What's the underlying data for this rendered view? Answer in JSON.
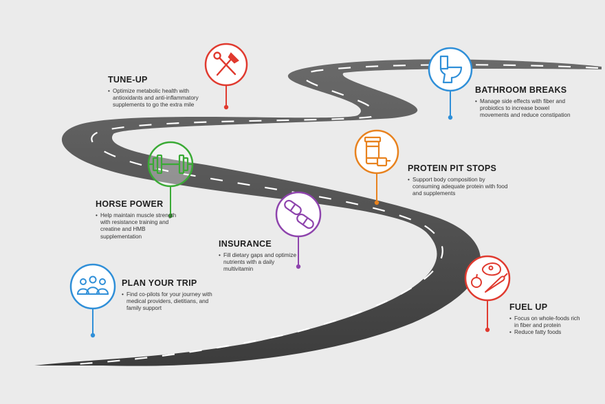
{
  "stops": [
    {
      "id": "tune-up",
      "title": "TUNE-UP",
      "color": "#e03a2f",
      "icon": "wrench-hammer-icon",
      "bullets": [
        "Optimize metabolic health with antioxidants and anti-inflammatory supplements to go the extra mile"
      ]
    },
    {
      "id": "bathroom-breaks",
      "title": "BATHROOM BREAKS",
      "color": "#2f8fd8",
      "icon": "toilet-icon",
      "bullets": [
        "Manage side effects with fiber and probiotics to increase bowel movements and reduce constipation"
      ]
    },
    {
      "id": "protein-pit-stops",
      "title": "PROTEIN PIT STOPS",
      "color": "#e8821e",
      "icon": "protein-scoop-icon",
      "bullets": [
        "Support body composition by consuming adequate protein with food and supplements"
      ]
    },
    {
      "id": "horse-power",
      "title": "HORSE POWER",
      "color": "#3aaa35",
      "icon": "dumbbell-icon",
      "bullets": [
        "Help maintain muscle strength with resistance training and creatine and HMB supplementation"
      ]
    },
    {
      "id": "insurance",
      "title": "INSURANCE",
      "color": "#8e44ad",
      "icon": "pills-icon",
      "bullets": [
        "Fill dietary gaps and optimize nutrients with a daily multivitamin"
      ]
    },
    {
      "id": "plan-your-trip",
      "title": "PLAN YOUR TRIP",
      "color": "#2f8fd8",
      "icon": "people-group-icon",
      "bullets": [
        "Find co-pilots for your journey with medical providers, dietitians, and family support"
      ]
    },
    {
      "id": "fuel-up",
      "title": "FUEL UP",
      "color": "#e03a2f",
      "icon": "food-icon",
      "bullets": [
        "Focus on whole-foods rich in fiber and protein",
        "Reduce fatty foods"
      ]
    }
  ],
  "road_color": "#4a4a4a"
}
